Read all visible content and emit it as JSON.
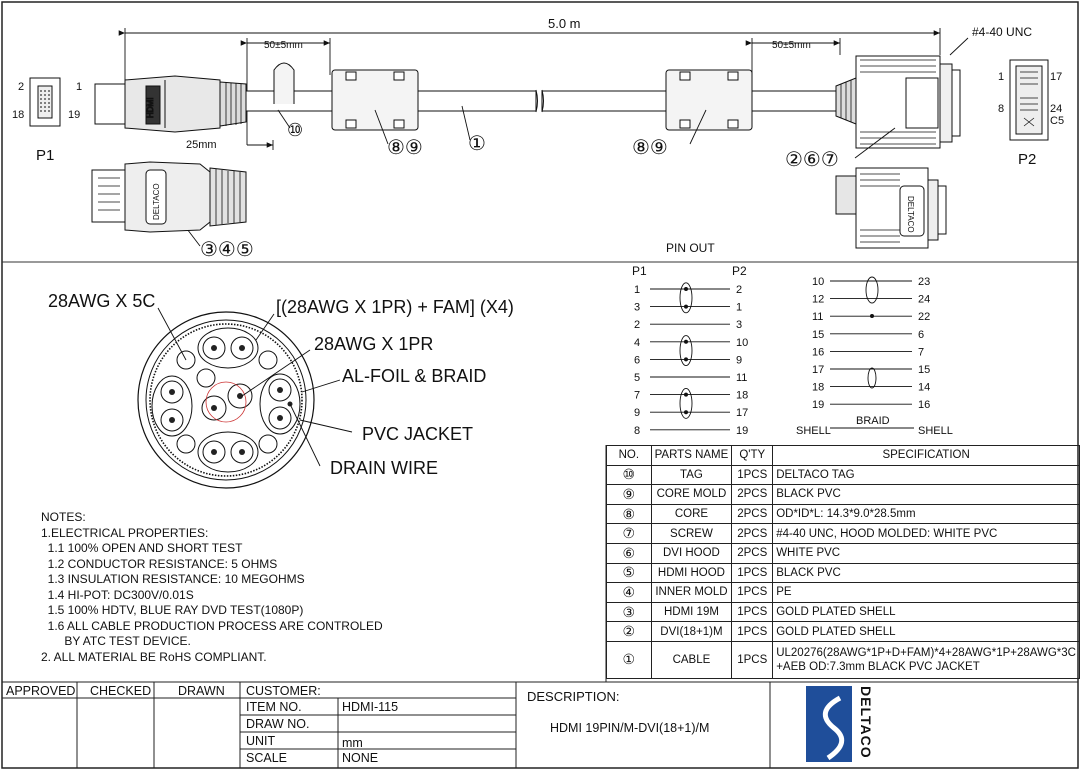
{
  "header": {
    "total_length": "5.0 m",
    "screw_note": "#4-40 UNC",
    "dim_left": "50±5mm",
    "dim_right": "50±5mm",
    "dim_25": "25mm"
  },
  "connectors": {
    "p1_label": "P1",
    "p2_label": "P2",
    "p1_pins": [
      "2",
      "1",
      "18",
      "19"
    ],
    "p2_pins": [
      "1",
      "17",
      "8",
      "24",
      "C5"
    ],
    "hdmi_logo": "HDMI",
    "brand_small": "DELTACO"
  },
  "callouts": {
    "c10": "⑩",
    "c1a": "①",
    "c89a": "⑧⑨",
    "c89b": "⑧⑨",
    "c267": "②⑥⑦",
    "c345": "③④⑤"
  },
  "cable_section": {
    "label_5c": "28AWG X 5C",
    "label_4pr": "[(28AWG X 1PR) + FAM] (X4)",
    "label_1pr": "28AWG X 1PR",
    "label_foil": "AL-FOIL & BRAID",
    "label_jacket": "PVC JACKET",
    "label_drain": "DRAIN WIRE"
  },
  "pinout": {
    "title": "PIN OUT",
    "p1_head": "P1",
    "p2_head": "P2",
    "left_pairs": [
      [
        "1",
        "2"
      ],
      [
        "3",
        "1"
      ],
      [
        "2",
        "3"
      ],
      [
        "4",
        "10"
      ],
      [
        "6",
        "9"
      ],
      [
        "5",
        "11"
      ],
      [
        "7",
        "18"
      ],
      [
        "9",
        "17"
      ],
      [
        "8",
        "19"
      ]
    ],
    "right_pairs": [
      [
        "10",
        "23"
      ],
      [
        "12",
        "24"
      ],
      [
        "11",
        "22"
      ],
      [
        "15",
        "6"
      ],
      [
        "16",
        "7"
      ],
      [
        "17",
        "15"
      ],
      [
        "18",
        "14"
      ],
      [
        "19",
        "16"
      ]
    ],
    "braid": "BRAID",
    "shell_left": "SHELL",
    "shell_right": "SHELL"
  },
  "notes": {
    "lines": [
      "NOTES:",
      "1.ELECTRICAL PROPERTIES:",
      "  1.1 100% OPEN AND SHORT TEST",
      "  1.2 CONDUCTOR RESISTANCE: 5 OHMS",
      "  1.3 INSULATION RESISTANCE: 10 MEGOHMS",
      "  1.4 HI-POT: DC300V/0.01S",
      "  1.5 100% HDTV, BLUE RAY DVD TEST(1080P)",
      "  1.6 ALL CABLE PRODUCTION PROCESS ARE CONTROLED",
      "       BY ATC TEST DEVICE.",
      "2. ALL MATERIAL BE RoHS COMPLIANT."
    ]
  },
  "parts_table": {
    "headers": [
      "NO.",
      "PARTS NAME",
      "Q'TY",
      "SPECIFICATION"
    ],
    "rows": [
      [
        "⑩",
        "TAG",
        "1PCS",
        "DELTACO TAG"
      ],
      [
        "⑨",
        "CORE MOLD",
        "2PCS",
        "BLACK PVC"
      ],
      [
        "⑧",
        "CORE",
        "2PCS",
        "OD*ID*L: 14.3*9.0*28.5mm"
      ],
      [
        "⑦",
        "SCREW",
        "2PCS",
        "#4-40 UNC,  HOOD MOLDED: WHITE PVC"
      ],
      [
        "⑥",
        "DVI HOOD",
        "2PCS",
        "WHITE PVC"
      ],
      [
        "⑤",
        "HDMI HOOD",
        "1PCS",
        "BLACK PVC"
      ],
      [
        "④",
        "INNER MOLD",
        "1PCS",
        "PE"
      ],
      [
        "③",
        "HDMI 19M",
        "1PCS",
        "GOLD PLATED SHELL"
      ],
      [
        "②",
        "DVI(18+1)M",
        "1PCS",
        "GOLD PLATED SHELL"
      ],
      [
        "①",
        "CABLE",
        "1PCS",
        "UL20276(28AWG*1P+D+FAM)*4+28AWG*1P+28AWG*3C +AEB    OD:7.3mm   BLACK PVC JACKET"
      ]
    ]
  },
  "title_block": {
    "approved": "APPROVED",
    "checked": "CHECKED",
    "drawn": "DRAWN",
    "customer": "CUSTOMER:",
    "item_no_label": "ITEM NO.",
    "item_no": "HDMI-115",
    "draw_no_label": "DRAW NO.",
    "draw_no": "",
    "unit_label": "UNIT",
    "unit": "mm",
    "scale_label": "SCALE",
    "scale": "NONE",
    "description_label": "DESCRIPTION:",
    "description": "HDMI 19PIN/M-DVI(18+1)/M",
    "logo_text": "DELTACO",
    "logo_color": "#1f4e9a"
  }
}
